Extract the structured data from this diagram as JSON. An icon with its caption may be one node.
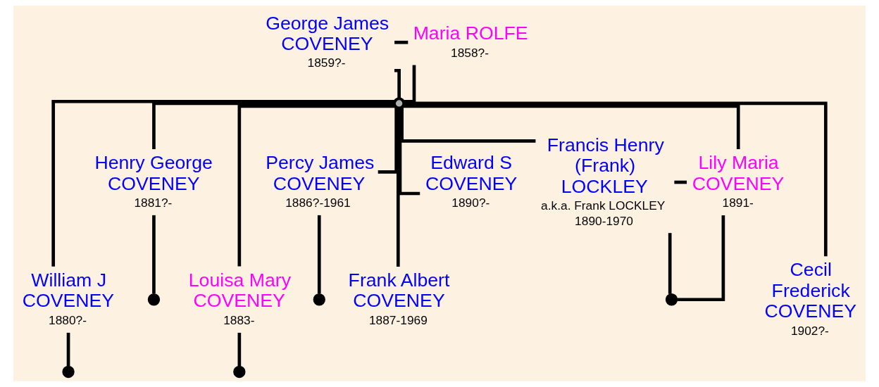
{
  "diagram": {
    "nodes": [
      {
        "text": [
          "George James COVENEY",
          "1859?-"
        ]
      },
      {
        "text": [
          "Maria ROLFE",
          "1858?-"
        ]
      },
      {
        "text": [],
        "shape": "circle"
      },
      {
        "text": [
          "William J COVENEY",
          "1880?-"
        ]
      },
      {
        "text": [
          "Henry George COVENEY",
          "1881?-"
        ]
      },
      {
        "text": [
          "Louisa Mary COVENEY",
          "1883-"
        ]
      },
      {
        "text": [
          "Percy James COVENEY",
          "1886?-1961"
        ]
      },
      {
        "text": [
          "Frank Albert COVENEY",
          "1887-1969"
        ]
      },
      {
        "text": [
          "Edward S COVENEY",
          "1890?-"
        ]
      },
      {
        "text": [
          "Francis Henry (Frank) LOCKLEY",
          "a.k.a. Frank LOCKLEY",
          "1890-1970"
        ]
      },
      {
        "text": [
          "Lily Maria COVENEY",
          "1891-"
        ]
      },
      {
        "text": [
          "Cecil Frederick COVENEY",
          "1902?-"
        ]
      },
      {
        "text": [],
        "shape": "circle"
      },
      {
        "text": [],
        "shape": "circle"
      },
      {
        "text": [],
        "shape": "circle"
      },
      {
        "text": [],
        "shape": "circle"
      },
      {
        "text": [],
        "shape": "circle"
      }
    ],
    "edges": [
      {
        "from": 0,
        "to": 1,
        "arrow": "none"
      },
      {
        "from": 0,
        "to": 2,
        "arrow": "none"
      },
      {
        "from": 1,
        "to": 2,
        "arrow": "none"
      },
      {
        "from": 2,
        "to": 3,
        "arrow": "none"
      },
      {
        "from": 2,
        "to": 4,
        "arrow": "none"
      },
      {
        "from": 2,
        "to": 5,
        "arrow": "none"
      },
      {
        "from": 2,
        "to": 6,
        "arrow": "none"
      },
      {
        "from": 2,
        "to": 7,
        "arrow": "none"
      },
      {
        "from": 2,
        "to": 8,
        "arrow": "none"
      },
      {
        "from": 2,
        "to": 9,
        "arrow": "none"
      },
      {
        "from": 2,
        "to": 10,
        "arrow": "none"
      },
      {
        "from": 2,
        "to": 11,
        "arrow": "none"
      },
      {
        "from": 3,
        "to": 12,
        "arrow": "none"
      },
      {
        "from": 4,
        "to": 13,
        "arrow": "none"
      },
      {
        "from": 5,
        "to": 14,
        "arrow": "none"
      },
      {
        "from": 6,
        "to": 15,
        "arrow": "none"
      },
      {
        "from": 9,
        "to": 10,
        "arrow": "none"
      },
      {
        "from": 9,
        "to": 16,
        "arrow": "none"
      },
      {
        "from": 10,
        "to": 16,
        "arrow": "none"
      }
    ]
  }
}
